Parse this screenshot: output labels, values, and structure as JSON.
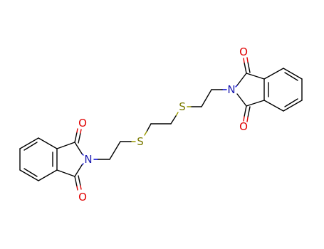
{
  "molecule": {
    "atoms": {
      "O_top_right": "O",
      "O_bottom_right": "O",
      "N_right": "N",
      "S_right": "S",
      "S_left": "S",
      "N_left": "N",
      "O_top_left": "O",
      "O_bottom_left": "O"
    }
  },
  "colors": {
    "bond": "#000000",
    "oxygen": "#e00000",
    "nitrogen": "#1a1ab0",
    "sulfur": "#7a7a00"
  }
}
